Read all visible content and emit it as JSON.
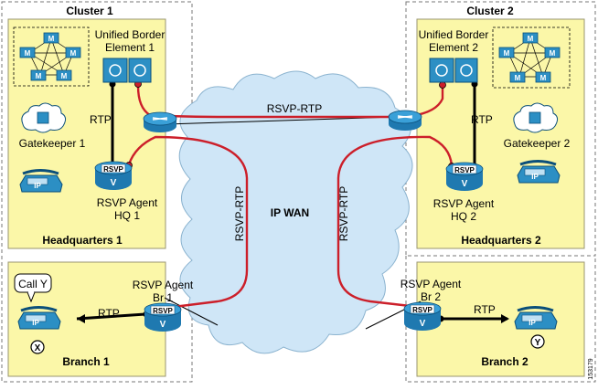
{
  "clusters": {
    "cluster1": "Cluster 1",
    "cluster2": "Cluster 2"
  },
  "sites": {
    "hq1": "Headquarters 1",
    "hq2": "Headquarters 2",
    "branch1": "Branch 1",
    "branch2": "Branch 2"
  },
  "devices": {
    "cube1_line1": "Unified Border",
    "cube1_line2": "Element 1",
    "cube2_line1": "Unified Border",
    "cube2_line2": "Element 2",
    "gatekeeper1": "Gatekeeper 1",
    "gatekeeper2": "Gatekeeper 2",
    "agent_hq1_line1": "RSVP Agent",
    "agent_hq1_line2": "HQ 1",
    "agent_hq2_line1": "RSVP Agent",
    "agent_hq2_line2": "HQ 2",
    "agent_br1_line1": "RSVP Agent",
    "agent_br1_line2": "Br 1",
    "agent_br2_line1": "RSVP Agent",
    "agent_br2_line2": "Br 2",
    "rsvp_badge": "RSVP",
    "v_badge": "V",
    "ip_badge": "IP",
    "m_badge": "M"
  },
  "links": {
    "rtp": "RTP",
    "rsvp_rtp": "RSVP-RTP"
  },
  "wan": {
    "label": "IP WAN"
  },
  "callout": {
    "text": "Call Y"
  },
  "endpoints": {
    "x": "X",
    "y": "Y"
  },
  "figure_id": "153179",
  "colors": {
    "site_fill": "#fbf7a8",
    "cloud_fill": "#cfe6f7",
    "rsvp_line": "#cc1f2a",
    "device_blue": "#2c8fc4",
    "text": "#000000"
  }
}
